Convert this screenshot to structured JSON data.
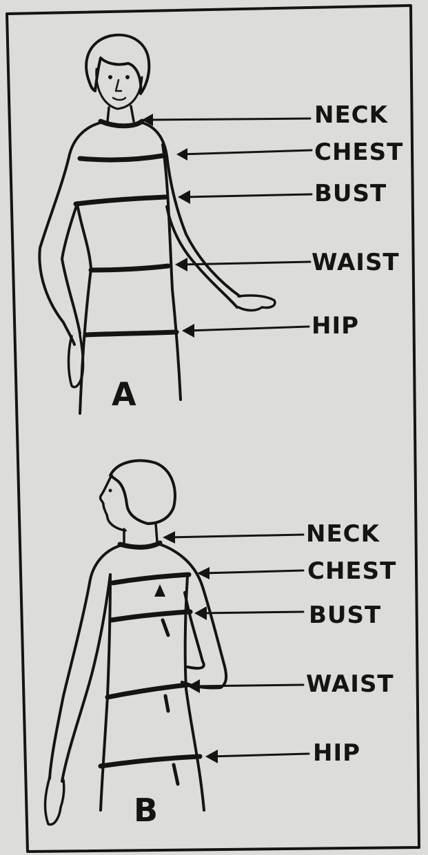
{
  "figures": [
    {
      "letter": "A",
      "labels": [
        "NECK",
        "CHEST",
        "BUST",
        "WAIST",
        "HIP"
      ]
    },
    {
      "letter": "B",
      "labels": [
        "NECK",
        "CHEST",
        "BUST",
        "WAIST",
        "HIP"
      ]
    }
  ],
  "colors": {
    "paper": "#d9d9d7",
    "ink": "#141414"
  }
}
